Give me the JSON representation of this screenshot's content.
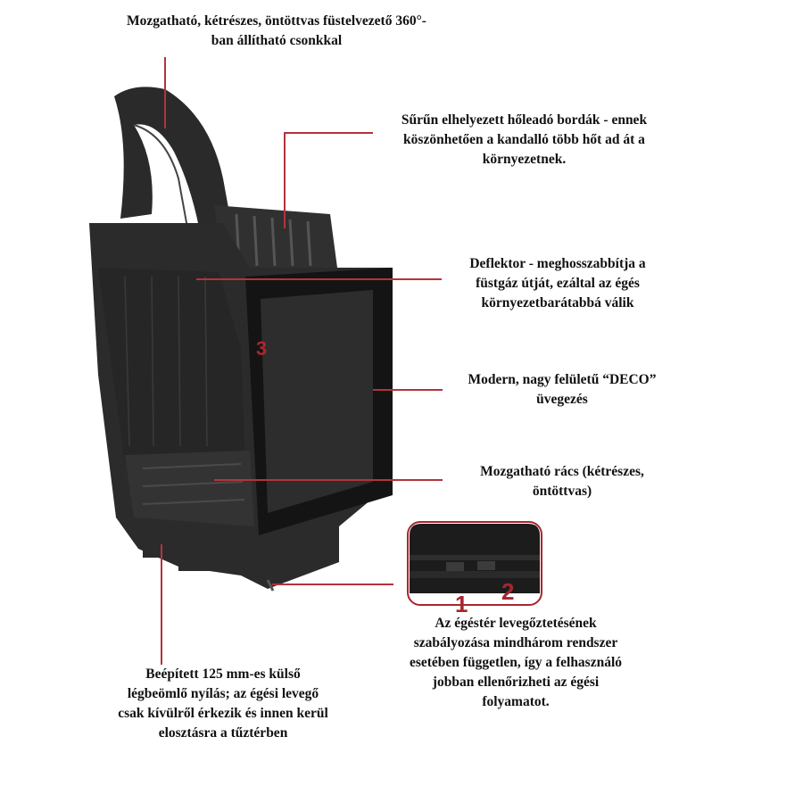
{
  "callouts": {
    "flue": [
      "Mozgatható, kétrészes, öntöttvas füstelvezető 360°-",
      "ban állítható csonkkal"
    ],
    "fins": [
      "Sűrűn elhelyezett hőleadó bordák - ennek",
      "köszönhetően a kandalló több hőt ad át a",
      "környezetnek."
    ],
    "deflector": [
      "Deflektor - meghosszabbítja a",
      "füstgáz útját, ezáltal az égés",
      "környezetbarátabbá válik"
    ],
    "glass": [
      "Modern, nagy felületű “DECO”",
      "üvegezés"
    ],
    "grate": [
      "Mozgatható rács (kétrészes,",
      "öntöttvas)"
    ],
    "air_control": [
      "Az égéstér levegőztetésének",
      "szabályozása mindhárom rendszer",
      "esetében független, így a felhasználó",
      "jobban ellenőrizheti az égési",
      "folyamatot."
    ],
    "air_inlet": [
      "Beépített 125 mm-es külső",
      "légbeömlő nyílás; az égési levegő",
      "csak kívülről érkezik és innen kerül",
      "elosztásra a tűztérben"
    ]
  },
  "markers": {
    "main": "3",
    "inset_1": "1",
    "inset_2": "2"
  },
  "colors": {
    "accent": "#b3333d",
    "body": "#2b2b2b",
    "glass": "#1a1a1a"
  }
}
